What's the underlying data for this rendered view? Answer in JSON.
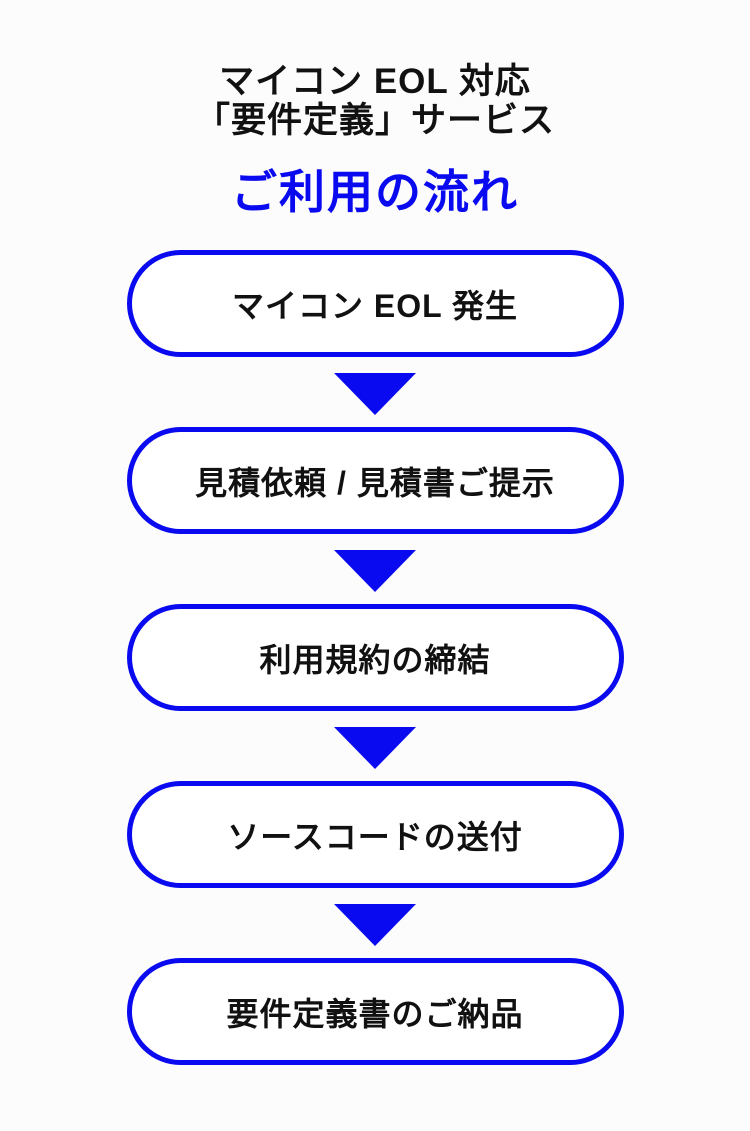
{
  "page": {
    "background_color": "#fcfcfc",
    "accent_blue": "#0a0af0",
    "text_color": "#111111",
    "box_background": "#ffffff"
  },
  "header": {
    "title_line1": "マイコン EOL 対応",
    "title_line2": "「要件定義」サービス",
    "subtitle": "ご利用の流れ"
  },
  "flow": {
    "connector": "down-arrow",
    "steps": [
      {
        "label": "マイコン EOL 発生"
      },
      {
        "label": "見積依頼 / 見積書ご提示"
      },
      {
        "label": "利用規約の締結"
      },
      {
        "label": "ソースコードの送付"
      },
      {
        "label": "要件定義書のご納品"
      }
    ]
  }
}
